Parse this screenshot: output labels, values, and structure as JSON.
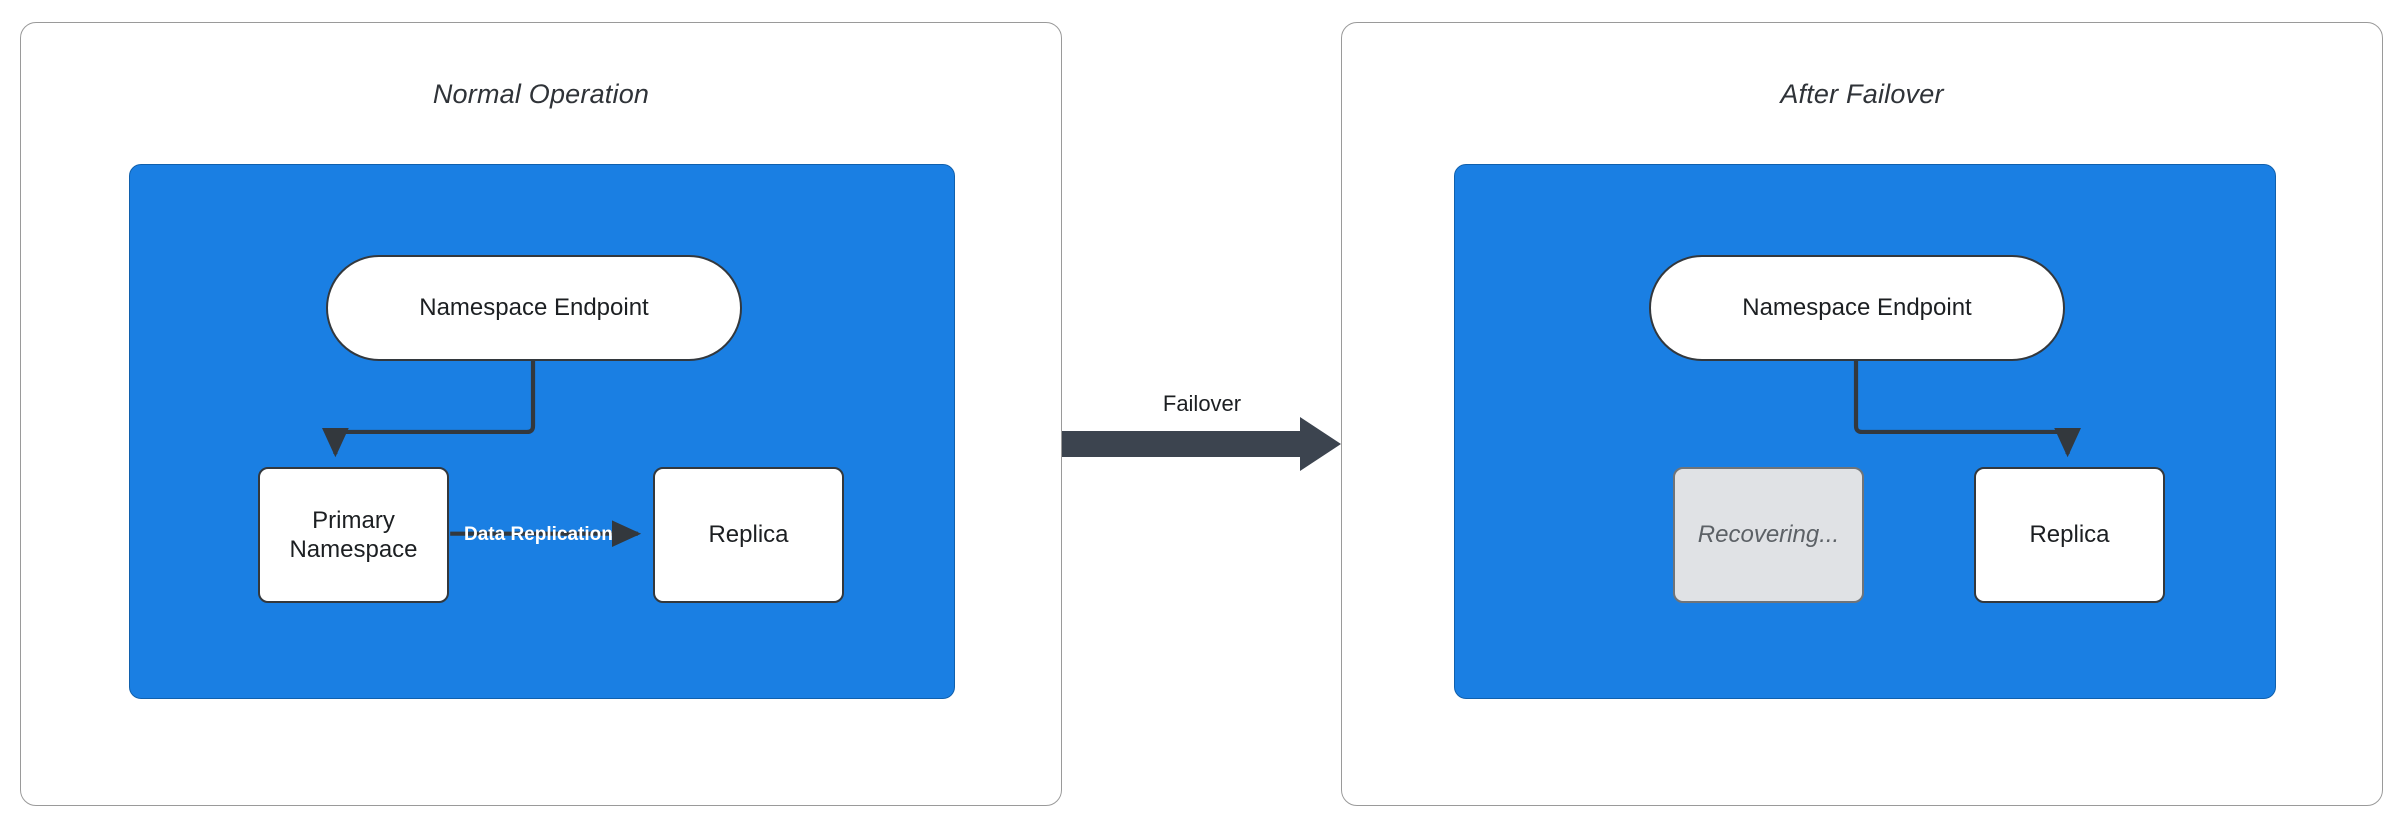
{
  "diagram": {
    "title_normal": "Normal Operation",
    "title_failover": "After Failover",
    "colors": {
      "region_blue": "#1a7fe3",
      "node_white": "#ffffff",
      "node_muted": "#e0e2e5",
      "stroke_dark": "#33383d",
      "panel_border": "#9a9a9a",
      "label_white": "#ffffff"
    }
  },
  "panels": [
    {
      "id": "normal-operation",
      "title": "Normal Operation",
      "nodes": [
        {
          "id": "endpoint",
          "label": "Namespace Endpoint",
          "shape": "stadium",
          "state": "active"
        },
        {
          "id": "primary",
          "label": "Primary\nNamespace",
          "line1": "Primary",
          "line2": "Namespace",
          "shape": "rect",
          "state": "active"
        },
        {
          "id": "replica",
          "label": "Replica",
          "shape": "rect",
          "state": "active"
        }
      ],
      "edges": [
        {
          "from": "endpoint",
          "to": "primary",
          "label": "",
          "style": "orthogonal-arrow"
        },
        {
          "from": "primary",
          "to": "replica",
          "label": "Data Replication",
          "style": "straight-arrow"
        }
      ]
    },
    {
      "id": "after-failover",
      "title": "After Failover",
      "nodes": [
        {
          "id": "endpoint",
          "label": "Namespace Endpoint",
          "shape": "stadium",
          "state": "active"
        },
        {
          "id": "recovering",
          "label": "Recovering...",
          "shape": "rect",
          "state": "recovering"
        },
        {
          "id": "replica",
          "label": "Replica",
          "shape": "rect",
          "state": "active"
        }
      ],
      "edges": [
        {
          "from": "endpoint",
          "to": "replica",
          "label": "",
          "style": "orthogonal-arrow"
        }
      ]
    }
  ],
  "transition": {
    "label": "Failover",
    "direction": "left-to-right"
  }
}
